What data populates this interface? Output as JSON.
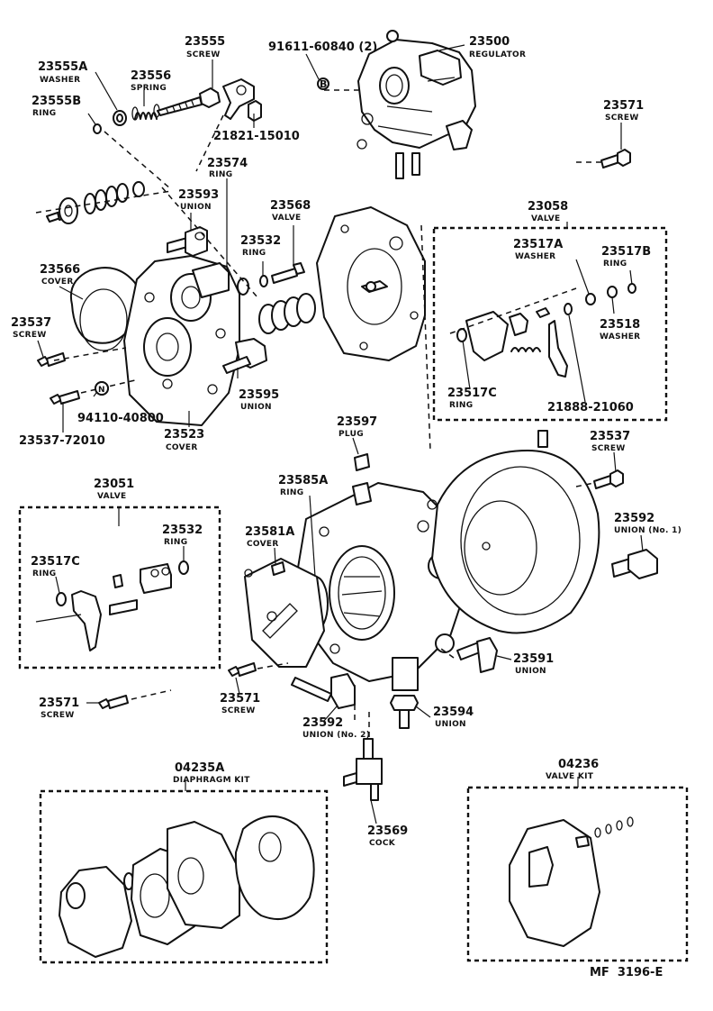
{
  "labels": {
    "p23555": {
      "num": "23555",
      "name": "SCREW"
    },
    "p23555a": {
      "num": "23555A",
      "name": "WASHER"
    },
    "p23556": {
      "num": "23556",
      "name": "SPRING"
    },
    "p23555b": {
      "num": "23555B",
      "name": "RING"
    },
    "p21821": {
      "num": "21821-15010"
    },
    "p91611": {
      "num": "91611-60840 (2)",
      "badge": "B"
    },
    "p23500": {
      "num": "23500",
      "name": "REGULATOR"
    },
    "p23571a": {
      "num": "23571",
      "name": "SCREW"
    },
    "p23574": {
      "num": "23574",
      "name": "RING"
    },
    "p23593": {
      "num": "23593",
      "name": "UNION"
    },
    "p23568": {
      "num": "23568",
      "name": "VALVE"
    },
    "p23532a": {
      "num": "23532",
      "name": "RING"
    },
    "p23566": {
      "num": "23566",
      "name": "COVER"
    },
    "p23537a": {
      "num": "23537",
      "name": "SCREW"
    },
    "p23595": {
      "num": "23595",
      "name": "UNION"
    },
    "p94110": {
      "num": "94110-40800",
      "badge": "N"
    },
    "p23537b": {
      "num": "23537-72010"
    },
    "p23523": {
      "num": "23523",
      "name": "COVER"
    },
    "p23058": {
      "num": "23058",
      "name": "VALVE"
    },
    "p23517a": {
      "num": "23517A",
      "name": "WASHER"
    },
    "p23517b": {
      "num": "23517B",
      "name": "RING"
    },
    "p23518": {
      "num": "23518",
      "name": "WASHER"
    },
    "p23517c_r": {
      "num": "23517C",
      "name": "RING"
    },
    "p21888": {
      "num": "21888-21060"
    },
    "p23597": {
      "num": "23597",
      "name": "PLUG"
    },
    "p23537c": {
      "num": "23537",
      "name": "SCREW"
    },
    "p23592a": {
      "num": "23592",
      "name": "UNION (No. 1)"
    },
    "p23585a": {
      "num": "23585A",
      "name": "RING"
    },
    "p23581a": {
      "num": "23581A",
      "name": "COVER"
    },
    "p23051": {
      "num": "23051",
      "name": "VALVE"
    },
    "p23532b": {
      "num": "23532",
      "name": "RING"
    },
    "p23517c_l": {
      "num": "23517C",
      "name": "RING"
    },
    "p23571b": {
      "num": "23571",
      "name": "SCREW"
    },
    "p23571c": {
      "num": "23571",
      "name": "SCREW"
    },
    "p23591": {
      "num": "23591",
      "name": "UNION"
    },
    "p23592b": {
      "num": "23592",
      "name": "UNION (No. 2)"
    },
    "p23594": {
      "num": "23594",
      "name": "UNION"
    },
    "p23569": {
      "num": "23569",
      "name": "COCK"
    },
    "p04235a": {
      "num": "04235A",
      "name": "DIAPHRAGM KIT"
    },
    "p04236": {
      "num": "04236",
      "name": "VALVE KIT"
    }
  },
  "figure_code": "MF  3196-E"
}
